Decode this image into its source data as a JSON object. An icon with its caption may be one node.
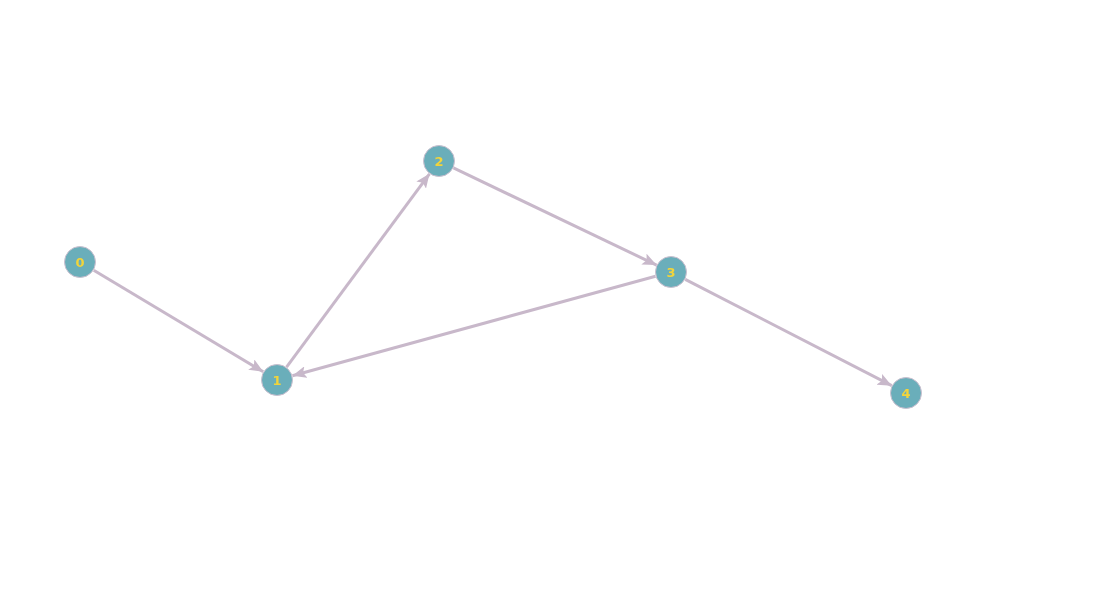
{
  "diagram": {
    "nodes": [
      {
        "text": [
          "0"
        ]
      },
      {
        "text": [
          "1"
        ]
      },
      {
        "text": [
          "2"
        ]
      },
      {
        "text": [
          "3"
        ]
      },
      {
        "text": [
          "4"
        ]
      }
    ],
    "edges": [
      {
        "from": 0,
        "to": 1,
        "arrow": "to"
      },
      {
        "from": 1,
        "to": 2,
        "arrow": "to"
      },
      {
        "from": 2,
        "to": 3,
        "arrow": "to"
      },
      {
        "from": 3,
        "to": 1,
        "arrow": "to"
      },
      {
        "from": 3,
        "to": 4,
        "arrow": "to"
      }
    ]
  }
}
